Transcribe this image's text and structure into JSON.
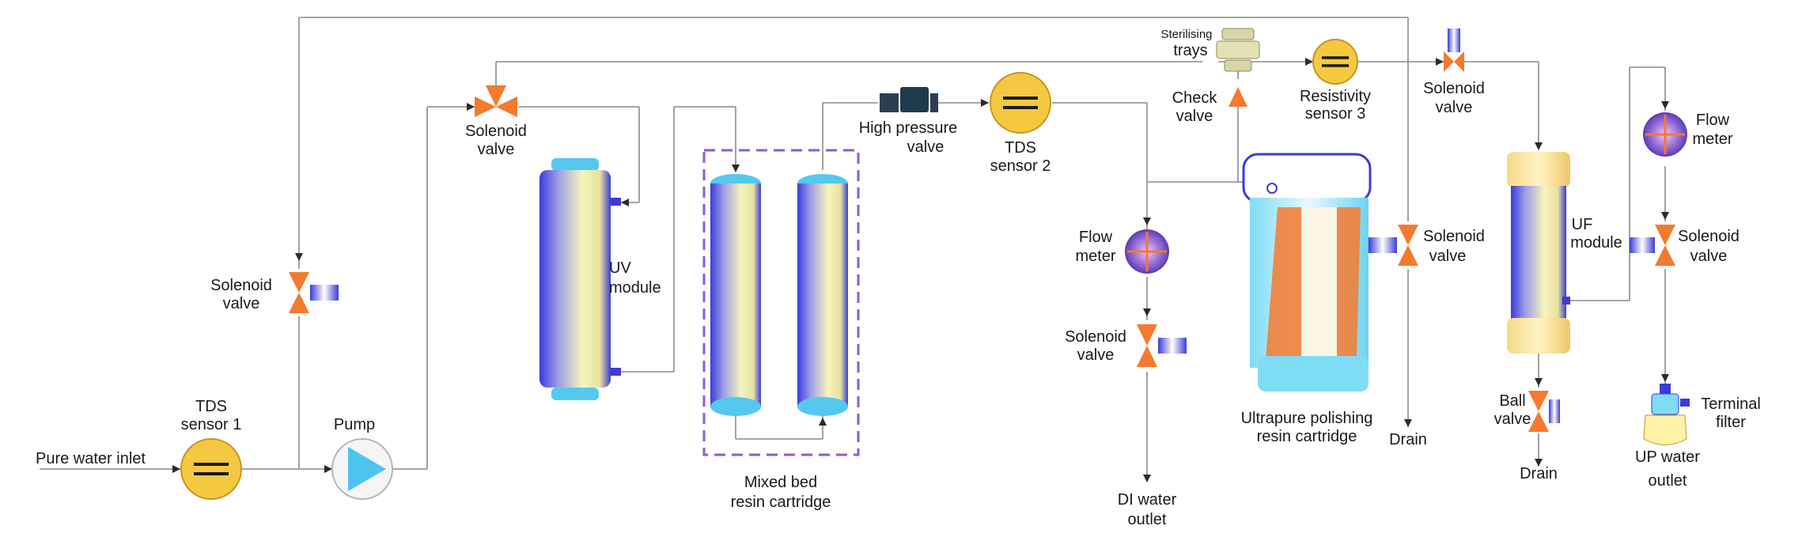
{
  "labels": {
    "pure_water_inlet": "Pure water inlet",
    "tds1_line1": "TDS",
    "tds1_line2": "sensor 1",
    "pump": "Pump",
    "sv_left_line1": "Solenoid",
    "sv_left_line2": "valve",
    "sv_top_line1": "Solenoid",
    "sv_top_line2": "valve",
    "uv_line1": "UV",
    "uv_line2": "module",
    "mixed_bed_line1": "Mixed bed",
    "mixed_bed_line2": "resin cartridge",
    "hp_valve_line1": "High pressure",
    "hp_valve_line2": "valve",
    "tds2_line1": "TDS",
    "tds2_line2": "sensor 2",
    "flow_meter_di_line1": "Flow",
    "flow_meter_di_line2": "meter",
    "sv_di_line1": "Solenoid",
    "sv_di_line2": "valve",
    "di_outlet_line1": "DI water",
    "di_outlet_line2": "outlet",
    "sterilising_line1": "Sterilising",
    "sterilising_line2": "trays",
    "check_valve_line1": "Check",
    "check_valve_line2": "valve",
    "resistivity_line1": "Resistivity",
    "resistivity_line2": "sensor 3",
    "polishing_line1": "Ultrapure polishing",
    "polishing_line2": "resin cartridge",
    "sv_drain_line1": "Solenoid",
    "sv_drain_line2": "valve",
    "drain_mid": "Drain",
    "sv_uf_in_line1": "Solenoid",
    "sv_uf_in_line2": "valve",
    "uf_line1": "UF",
    "uf_line2": "module",
    "ball_valve_line1": "Ball",
    "ball_valve_line2": "valve",
    "drain_uf": "Drain",
    "flow_meter_up_line1": "Flow",
    "flow_meter_up_line2": "meter",
    "sv_up_line1": "Solenoid",
    "sv_up_line2": "valve",
    "terminal_filter_line1": "Terminal",
    "terminal_filter_line2": "filter",
    "up_outlet_line1": "UP water",
    "up_outlet_line2": "outlet"
  },
  "colors": {
    "pipe": "#8a8a8a",
    "valve": "#f47a2e",
    "sensor": "#f5c842",
    "module_yellow": "#f3f0b4",
    "module_blue": "#3f3fd6",
    "pump": "#4fc3f0",
    "cartridge_box": "#8a5bdc"
  }
}
